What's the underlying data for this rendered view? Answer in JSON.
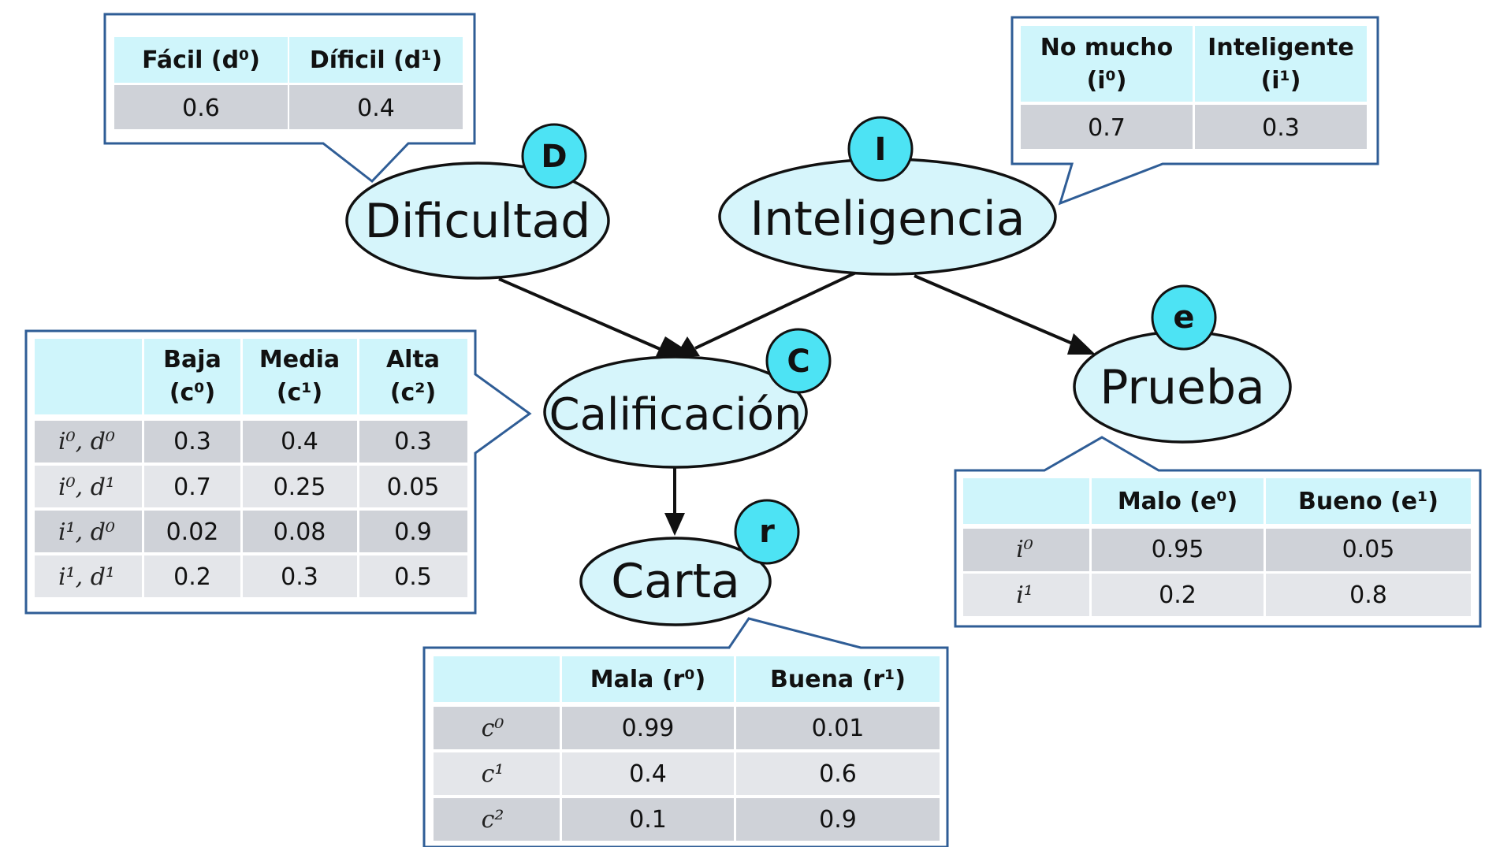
{
  "nodes": {
    "dificultad": {
      "label": "Dificultad",
      "badge": "D"
    },
    "inteligencia": {
      "label": "Inteligencia",
      "badge": "I"
    },
    "calificacion": {
      "label": "Calificación",
      "badge": "C"
    },
    "prueba": {
      "label": "Prueba",
      "badge": "e"
    },
    "carta": {
      "label": "Carta",
      "badge": "r"
    }
  },
  "colors": {
    "node_fill": "#d6f5fb",
    "badge_fill": "#4de3f4",
    "callout_border": "#2f5d96",
    "header_fill": "#cff5fb",
    "row_grey": "#cfd2d8",
    "row_light": "#e4e6ea",
    "edge": "#111111"
  },
  "tables": {
    "dificultad": {
      "headers": [
        "Fácil (d⁰)",
        "Díficil (d¹)"
      ],
      "values": [
        "0.6",
        "0.4"
      ]
    },
    "inteligencia": {
      "headers": [
        [
          "No mucho",
          "(i⁰)"
        ],
        [
          "Inteligente",
          "(i¹)"
        ]
      ],
      "values": [
        "0.7",
        "0.3"
      ]
    },
    "calificacion": {
      "headers": [
        [
          "Baja",
          "(c⁰)"
        ],
        [
          "Media",
          "(c¹)"
        ],
        [
          "Alta",
          "(c²)"
        ]
      ],
      "rows": [
        {
          "label": "i⁰, d⁰",
          "values": [
            "0.3",
            "0.4",
            "0.3"
          ]
        },
        {
          "label": "i⁰, d¹",
          "values": [
            "0.7",
            "0.25",
            "0.05"
          ]
        },
        {
          "label": "i¹, d⁰",
          "values": [
            "0.02",
            "0.08",
            "0.9"
          ]
        },
        {
          "label": "i¹, d¹",
          "values": [
            "0.2",
            "0.3",
            "0.5"
          ]
        }
      ]
    },
    "prueba": {
      "headers": [
        "Malo (e⁰)",
        "Bueno (e¹)"
      ],
      "rows": [
        {
          "label": "i⁰",
          "values": [
            "0.95",
            "0.05"
          ]
        },
        {
          "label": "i¹",
          "values": [
            "0.2",
            "0.8"
          ]
        }
      ]
    },
    "carta": {
      "headers": [
        "Mala (r⁰)",
        "Buena (r¹)"
      ],
      "rows": [
        {
          "label": "c⁰",
          "values": [
            "0.99",
            "0.01"
          ]
        },
        {
          "label": "c¹",
          "values": [
            "0.4",
            "0.6"
          ]
        },
        {
          "label": "c²",
          "values": [
            "0.1",
            "0.9"
          ]
        }
      ]
    }
  }
}
